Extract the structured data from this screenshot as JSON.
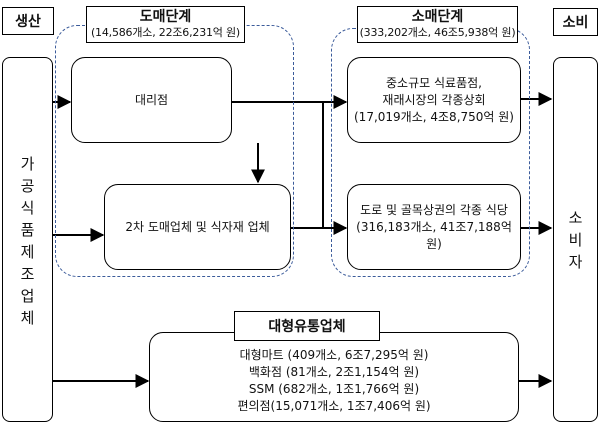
{
  "stages": {
    "production": "생산",
    "consumption": "소비",
    "wholesale": {
      "title": "도매단계",
      "stats": "(14,586개소,  22조6,231억 원)"
    },
    "retail": {
      "title": "소매단계",
      "stats": "(333,202개소, 46조5,938억 원)"
    }
  },
  "manufacturer": [
    "가",
    "공",
    "식",
    "품",
    "제",
    "조",
    "업",
    "체"
  ],
  "consumer": [
    "소",
    "비",
    "자"
  ],
  "nodes": {
    "agency": "대리점",
    "secondary": "2차 도매업체 및 식자재 업체",
    "small_store": {
      "line1": "중소규모 식료품점,",
      "line2": "재래시장의 각종상회",
      "line3": "(17,019개소,  4조8,750억 원)"
    },
    "restaurant": {
      "line1": "도로 및 골목상권의 각종 식당",
      "line2": "(316,183개소,  41조7,188억 원)"
    }
  },
  "large_retail": {
    "title": "대형유통업체",
    "items": [
      "대형마트 (409개소, 6조7,295억 원)",
      "백화점 (81개소, 2조1,154억 원)",
      "SSM (682개소, 1조1,766억 원)",
      "편의점(15,071개소, 1조7,406억 원)"
    ]
  }
}
